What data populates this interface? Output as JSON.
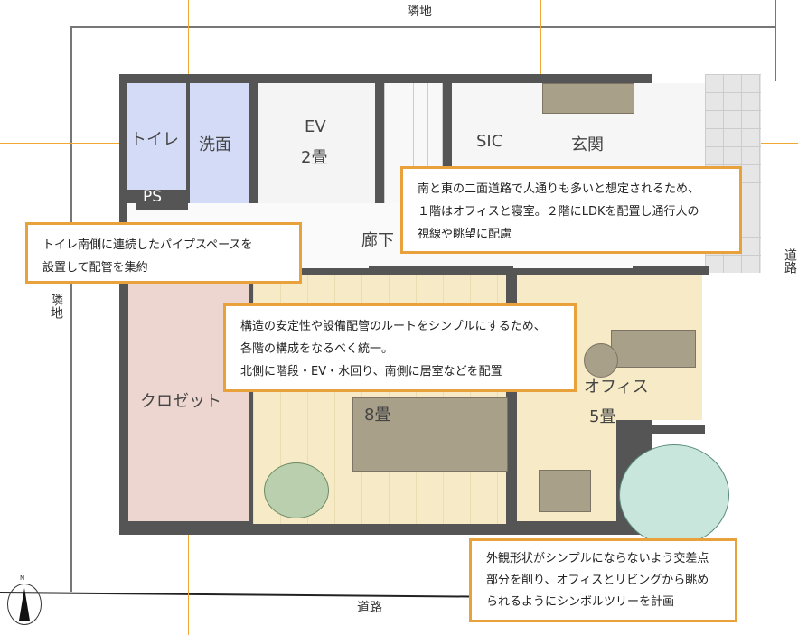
{
  "site": {
    "north_neighbor": "隣地",
    "west_neighbor": "隣地",
    "east_road": "道路",
    "south_road": "道路"
  },
  "rooms": {
    "toilet": "トイレ",
    "washroom": "洗面",
    "ev": "EV",
    "ev_size": "2畳",
    "sic": "SIC",
    "entrance": "玄関",
    "ps": "PS",
    "corridor": "廊下",
    "closet": "クロゼット",
    "bedroom_size": "8畳",
    "office": "オフィス",
    "office_size": "5畳"
  },
  "compass": {
    "label": "N"
  },
  "callouts": [
    {
      "lines": [
        "南と東の二面道路で人通りも多いと想定されるため、",
        "１階はオフィスと寝室。２階にLDKを配置し通行人の",
        "視線や眺望に配慮"
      ]
    },
    {
      "lines": [
        "トイレ南側に連続したパイプスペースを",
        "設置して配管を集約"
      ]
    },
    {
      "lines": [
        "構造の安定性や設備配管のルートをシンプルにするため、",
        "各階の構成をなるべく統一。",
        "北側に階段・EV・水回り、南側に居室などを配置"
      ]
    },
    {
      "lines": [
        "外観形状がシンプルにならないよう交差点",
        "部分を削り、オフィスとリビングから眺め",
        "られるようにシンボルツリーを計画"
      ]
    }
  ],
  "colors": {
    "accent": "#e9a23b",
    "wall": "#555555",
    "wet_area": "#d3dbf6",
    "living": "#f6ebc6",
    "closet": "#ecd6cf"
  }
}
